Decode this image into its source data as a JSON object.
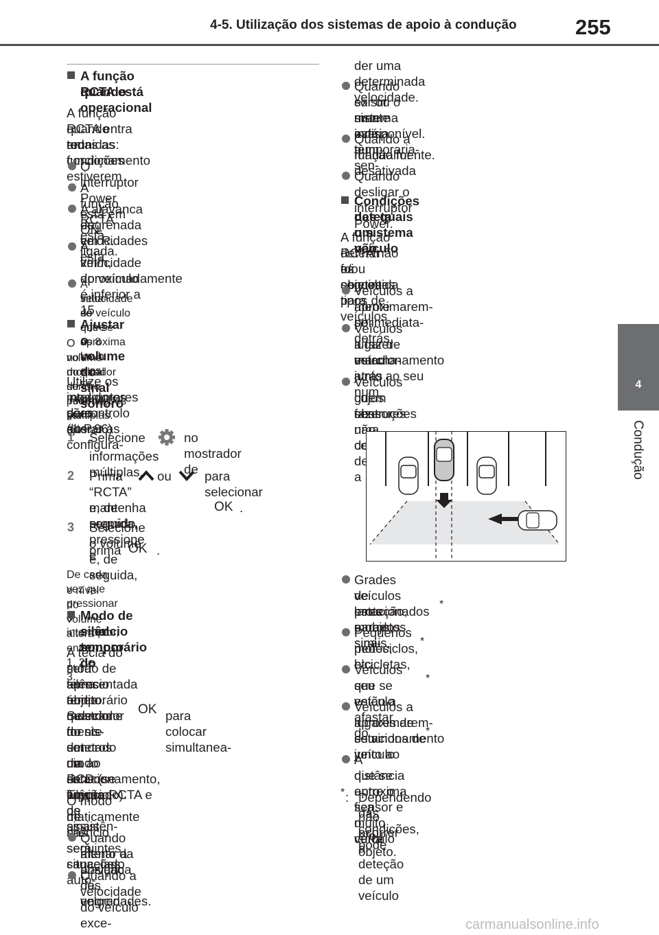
{
  "header": {
    "title": "4-5. Utilização dos sistemas de apoio à condução",
    "page_number": "255"
  },
  "side": {
    "tab_number": "4",
    "tab_label": "Condução"
  },
  "left": {
    "h1": [
      "A função RCTA está operacional",
      "quando"
    ],
    "p1": [
      "A função RCTA entra em funcionamento",
      "quando todas as condições estiverem",
      "reunidas:"
    ],
    "b1": "O interruptor Power está em ON.",
    "b2": "A função RCTA está ligada.",
    "b3": [
      "A alavanca de velocidades está",
      "engrenada em R."
    ],
    "b4": [
      "A velocidade do veículo é inferior a 15",
      "km/h, aproximadamente"
    ],
    "b5": [
      "A velocidade do veículo que se aproxima",
      "situa-se entre os 8 km/h e os 56 km/h."
    ],
    "h2": "Ajustar o volume do sinal sonoro",
    "p2": [
      "O volume do sinal sonoro pode ser ajustado",
      "no mostrador de informações múltiplas."
    ],
    "p3": [
      "Utilize os interruptores de controlo dos",
      "medidores para alterar as configura-",
      "ções. (→P.96)"
    ],
    "s1_num": "1",
    "s1a": "Selecione",
    "s1b": "no mostrador de",
    "s1c": "informações múltiplas.",
    "s2_num": "2",
    "s2a": "Prima",
    "s2b": "ou",
    "s2c": "para selecionar",
    "s2d": "“RCTA” e, de seguida, pressione e",
    "s2e": "mantenha premido",
    "s2f": ".",
    "s3_num": "3",
    "s3a": "Selecione o volume e, de seguida,",
    "s3b": "prima",
    "s3c": ".",
    "ok": "OK",
    "p4": [
      "De cada vez que pressionar o interruptor,",
      "o nível do volume altera entre 1, 2 e 3."
    ],
    "h3": [
      "Modo de silêncio temporário do",
      "sinal sonoro"
    ],
    "p5": [
      "A tecla do modo de silêncio temporário",
      "será apresentada no mostrador do sis-",
      "tema áudio quando for detetado um",
      "objeto."
    ],
    "p6a": "Selecione",
    "p6b": "para colocar simultanea-",
    "p6": [
      "mente em modo de silêncio, os sinais",
      "sonoros do sensor Toyota de assistên-",
      "cia ao estacionamento, função RCTA e",
      "RCD (se equipado)."
    ],
    "p7": [
      "O modo de silêncio será cancelado auto-",
      "maticamente nas seguintes situações:"
    ],
    "b6": [
      "Quando alterar a posição de engrena-",
      "mento da alavanca das velocidades."
    ],
    "b7": "Quando a velocidade do veículo exce-"
  },
  "right": {
    "c1": "der uma determinada velocidade.",
    "b1": [
      "Quando existir uma avaria num sen-",
      "sor ou o sistema está temporaria-",
      "mente indisponível."
    ],
    "b2": [
      "Quando a função for desativada",
      "manualmente."
    ],
    "b3": "Quando desligar o interruptor Power.",
    "h1": [
      "Condições nas quais o sistema não",
      "deteta um veículo"
    ],
    "p1": [
      "A função RCTA não foi concebida para",
      "detetar os seguintes tipos de veículos",
      "e/ou objetos:"
    ],
    "b4": [
      "Veículos a aproximarem-se imediata-",
      "mente por detrás"
    ],
    "b5": [
      "Veículos a fazer marcha-atrás num",
      "lugar de estacionamento junto ao seu",
      "veículo"
    ],
    "b6": [
      "Veículos cujos sensores não conse-",
      "guem fazer uma deteção devido a",
      "obstruções"
    ],
    "b7": [
      "Grades de proteção, muros, sinais,",
      "veículos estacionados e objetos simi-",
      "lares parados"
    ],
    "b8": [
      "Pequenos motociclos, bicicletas,",
      "peões, etc."
    ],
    "b9": [
      "Veículos que se estão a afastar do",
      "seu veículo"
    ],
    "b10": [
      "Veículos a aproximarem-se vindos de",
      "lugares de estacionamento junto ao",
      "seu veículo"
    ],
    "b11": [
      "A distância entre o sensor e o veículo",
      "que se aproxima fica muito curta"
    ],
    "star": "*",
    "fn_mark": ":",
    "fn": [
      "Dependendo das condições, pode",
      "não ocorrer a deteção de um veículo",
      "e/ou objeto."
    ]
  },
  "footer": "carmanualsonline.info"
}
